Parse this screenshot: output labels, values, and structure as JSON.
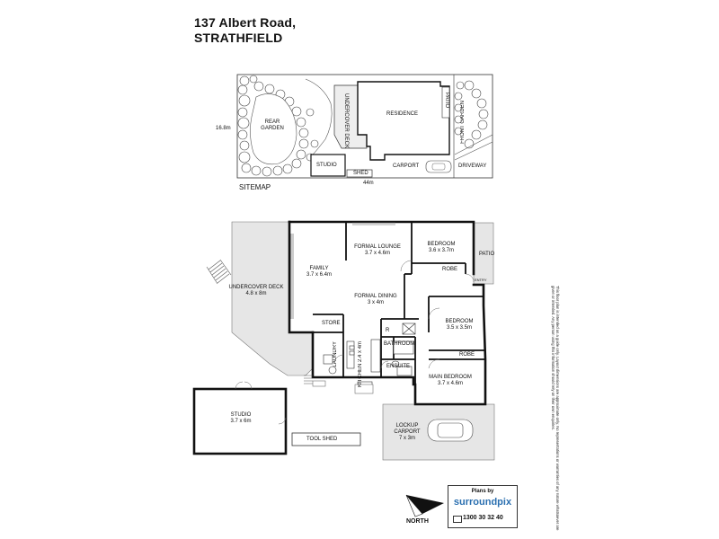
{
  "address": {
    "line1": "137 Albert Road,",
    "line2": "STRATHFIELD"
  },
  "sitemap": {
    "title": "SITEMAP",
    "width_label": "44m",
    "depth_label": "16.8m",
    "labels": {
      "rear_garden": "REAR\nGARDEN",
      "undercover_deck": "UNDERCOVER DECK",
      "residence": "RESIDENCE",
      "patio": "PATIO",
      "front_garden": "FRONT GARDEN",
      "studio": "STUDIO",
      "shed": "SHED",
      "carport": "CARPORT",
      "driveway": "DRIVEWAY"
    }
  },
  "floorplan": {
    "rooms": {
      "undercover_deck": {
        "name": "UNDERCOVER DECK",
        "size": "4.8 x 8m"
      },
      "family": {
        "name": "FAMILY",
        "size": "3.7 x 6.4m"
      },
      "formal_lounge": {
        "name": "FORMAL LOUNGE",
        "size": "3.7 x 4.6m"
      },
      "bedroom1": {
        "name": "BEDROOM",
        "size": "3.6 x 3.7m"
      },
      "robe1": {
        "name": "ROBE"
      },
      "patio": {
        "name": "PATIO"
      },
      "entry": {
        "name": "ENTRY"
      },
      "formal_dining": {
        "name": "FORMAL DINING",
        "size": "3 x 4m"
      },
      "bedroom2": {
        "name": "BEDROOM",
        "size": "3.5 x 3.5m"
      },
      "robe2": {
        "name": "ROBE"
      },
      "store": {
        "name": "STORE"
      },
      "laundry": {
        "name": "LAUNDRY"
      },
      "kitchen": {
        "name": "KITCHEN",
        "size": "2.4 x 4m"
      },
      "r": {
        "name": "R"
      },
      "bathroom": {
        "name": "BATHROOM"
      },
      "ensuite": {
        "name": "ENSUITE"
      },
      "main_bedroom": {
        "name": "MAIN BEDROOM",
        "size": "3.7 x 4.6m"
      },
      "studio": {
        "name": "STUDIO",
        "size": "3.7 x 6m"
      },
      "tool_shed": {
        "name": "TOOL SHED"
      },
      "lockup_carport": {
        "name": "LOCKUP\nCARPORT",
        "size": "7 x 3m"
      }
    }
  },
  "north": "NORTH",
  "branding": {
    "plans_by": "Plans by",
    "logo": "surroundpix",
    "phone": "1300 30 32 40"
  },
  "disclaimer": "This floor plan is intended as a guide only. Layout dimensions are approximate only. No representations or warranties of any nature whatsoever are given or intended. Any person using this information should rely on their own enquiries."
}
